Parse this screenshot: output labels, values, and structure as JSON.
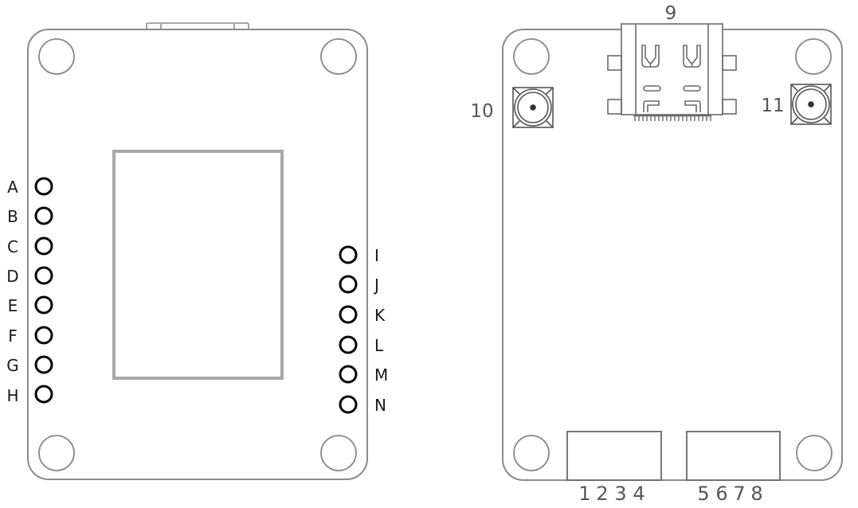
{
  "figure": {
    "description": "Two-view PCB module outline: front with header pins, back with USB-C and antenna connectors",
    "colors": {
      "outline": "#8a8a8a",
      "chip_outline": "#a8a8a8",
      "pin_ring": "#000000",
      "label_text": "#1a1a1a",
      "number_text": "#555555"
    }
  },
  "left_board": {
    "pins_left": [
      {
        "label": "A"
      },
      {
        "label": "B"
      },
      {
        "label": "C"
      },
      {
        "label": "D"
      },
      {
        "label": "E"
      },
      {
        "label": "F"
      },
      {
        "label": "G"
      },
      {
        "label": "H"
      }
    ],
    "pins_right": [
      {
        "label": "I"
      },
      {
        "label": "J"
      },
      {
        "label": "K"
      },
      {
        "label": "L"
      },
      {
        "label": "M"
      },
      {
        "label": "N"
      }
    ]
  },
  "right_board": {
    "usb_c_label": "9",
    "antenna_left_label": "10",
    "antenna_right_label": "11",
    "connector_1": {
      "pins": [
        "1",
        "2",
        "3",
        "4"
      ]
    },
    "connector_2": {
      "pins": [
        "5",
        "6",
        "7",
        "8"
      ]
    }
  }
}
